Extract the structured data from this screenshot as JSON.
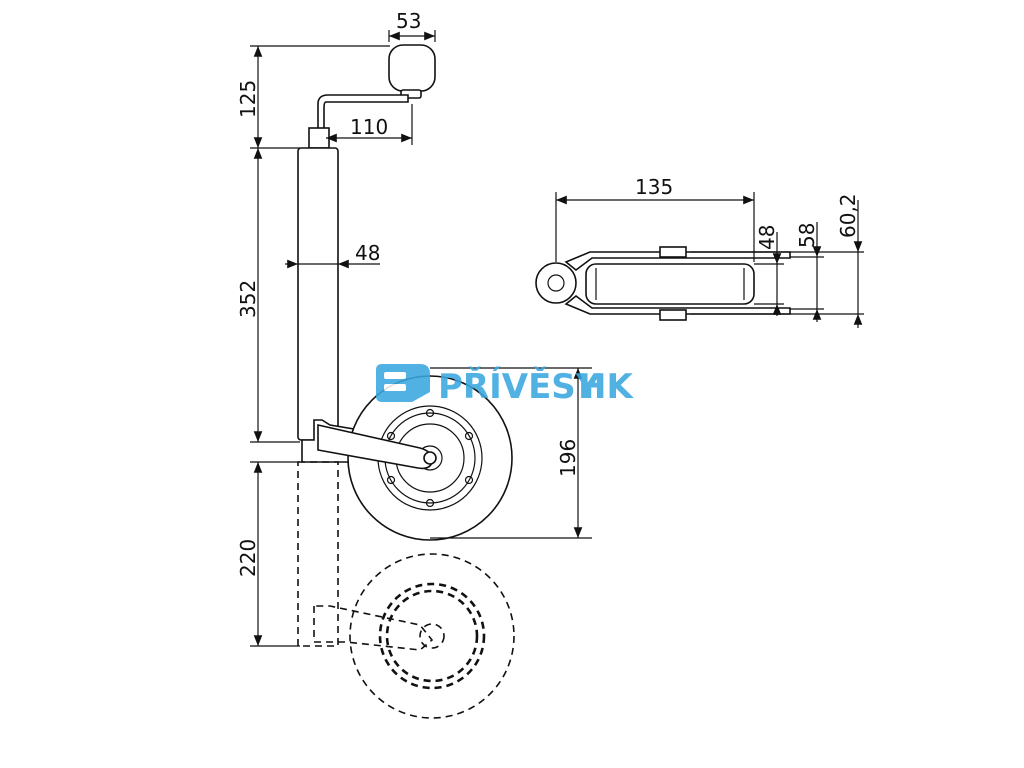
{
  "dimensions": {
    "handle_width": "53",
    "handle_height": "125",
    "crank_length": "110",
    "tube_length": "352",
    "tube_diameter": "48",
    "wheel_radius_height": "196",
    "extension_travel": "220",
    "top_view_length": "135",
    "wheel_width": "48",
    "hub_width": "58",
    "total_width": "60,2"
  },
  "logo": {
    "text_main": "PŘÍVĚSY",
    "text_suffix": "HK"
  },
  "colors": {
    "logo_primary": "#3aa7e0",
    "logo_secondary": "#8ccaf0",
    "line": "#111111"
  }
}
